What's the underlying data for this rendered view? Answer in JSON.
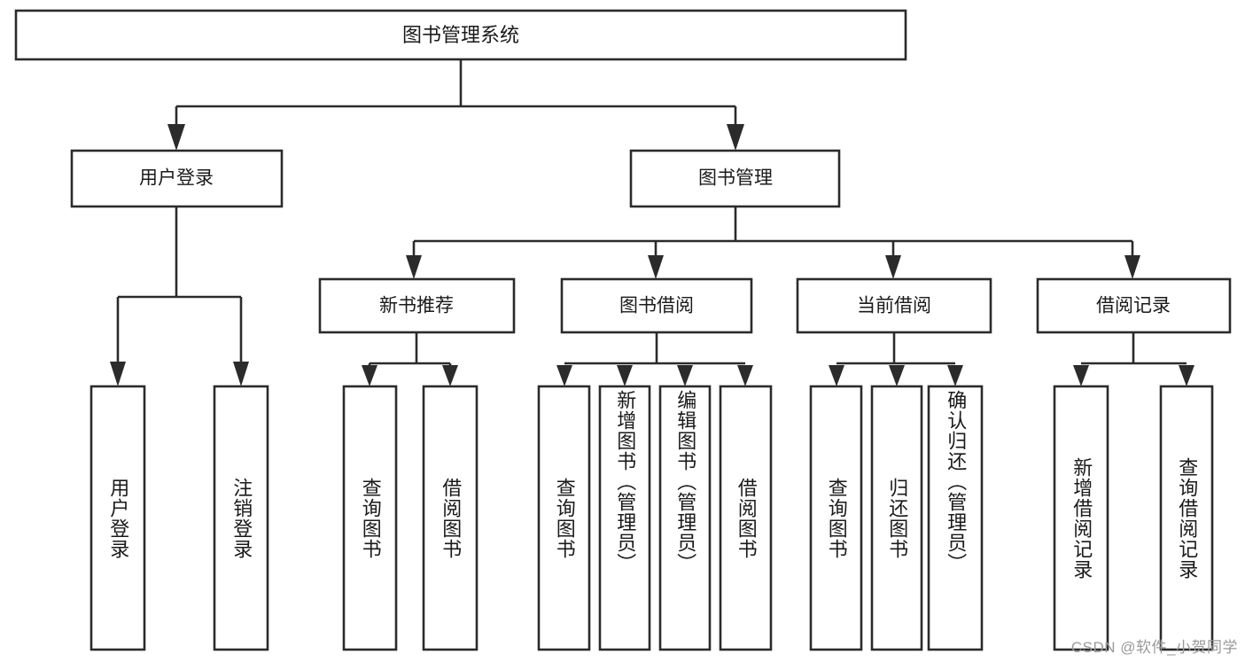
{
  "diagram": {
    "title": "图书管理系统",
    "watermark": "CSDN @软件_小贺同学",
    "colors": {
      "stroke": "#2b2b2b",
      "fill": "#ffffff",
      "text": "#1a1a1a",
      "watermark": "#9a9a9a"
    },
    "root": {
      "label": "图书管理系统"
    },
    "level2": [
      {
        "label": "用户登录"
      },
      {
        "label": "图书管理"
      }
    ],
    "level3": [
      {
        "label": "新书推荐"
      },
      {
        "label": "图书借阅"
      },
      {
        "label": "当前借阅"
      },
      {
        "label": "借阅记录"
      }
    ],
    "leaves": {
      "user_login": [
        {
          "label": "用户登录"
        },
        {
          "label": "注销登录"
        }
      ],
      "new_book_recommend": [
        {
          "label": "查询图书"
        },
        {
          "label": "借阅图书"
        }
      ],
      "book_borrow": [
        {
          "label": "查询图书"
        },
        {
          "label": "新增图书（管理员）"
        },
        {
          "label": "编辑图书（管理员）"
        },
        {
          "label": "借阅图书"
        }
      ],
      "current_borrow": [
        {
          "label": "查询图书"
        },
        {
          "label": "归还图书"
        },
        {
          "label": "确认归还（管理员）"
        }
      ],
      "borrow_record": [
        {
          "label": "新增借阅记录"
        },
        {
          "label": "查询借阅记录"
        }
      ]
    }
  }
}
